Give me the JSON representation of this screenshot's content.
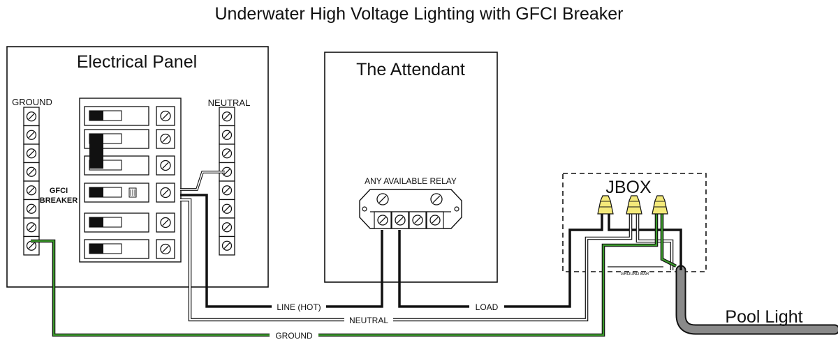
{
  "title": "Underwater High Voltage Lighting with GFCI Breaker",
  "panel": {
    "label": "Electrical Panel",
    "ground_label": "GROUND",
    "neutral_label": "NEUTRAL",
    "gfci_label_line1": "GFCI",
    "gfci_label_line2": "BREAKER"
  },
  "attendant": {
    "label": "The Attendant",
    "relay_label": "ANY AVAILABLE RELAY"
  },
  "jbox": {
    "label": "JBOX",
    "ground_bar_label": "GROUND BAR"
  },
  "pool_light": {
    "label": "Pool Light"
  },
  "wires": {
    "line_label": "LINE (HOT)",
    "load_label": "LOAD",
    "neutral_label": "NEUTRAL",
    "ground_label": "GROUND"
  },
  "colors": {
    "ground_wire": "#3a9a2a",
    "hot_wire": "#111111",
    "wire_nut": "#f4ea7a",
    "conduit": "#8a8a8a"
  }
}
